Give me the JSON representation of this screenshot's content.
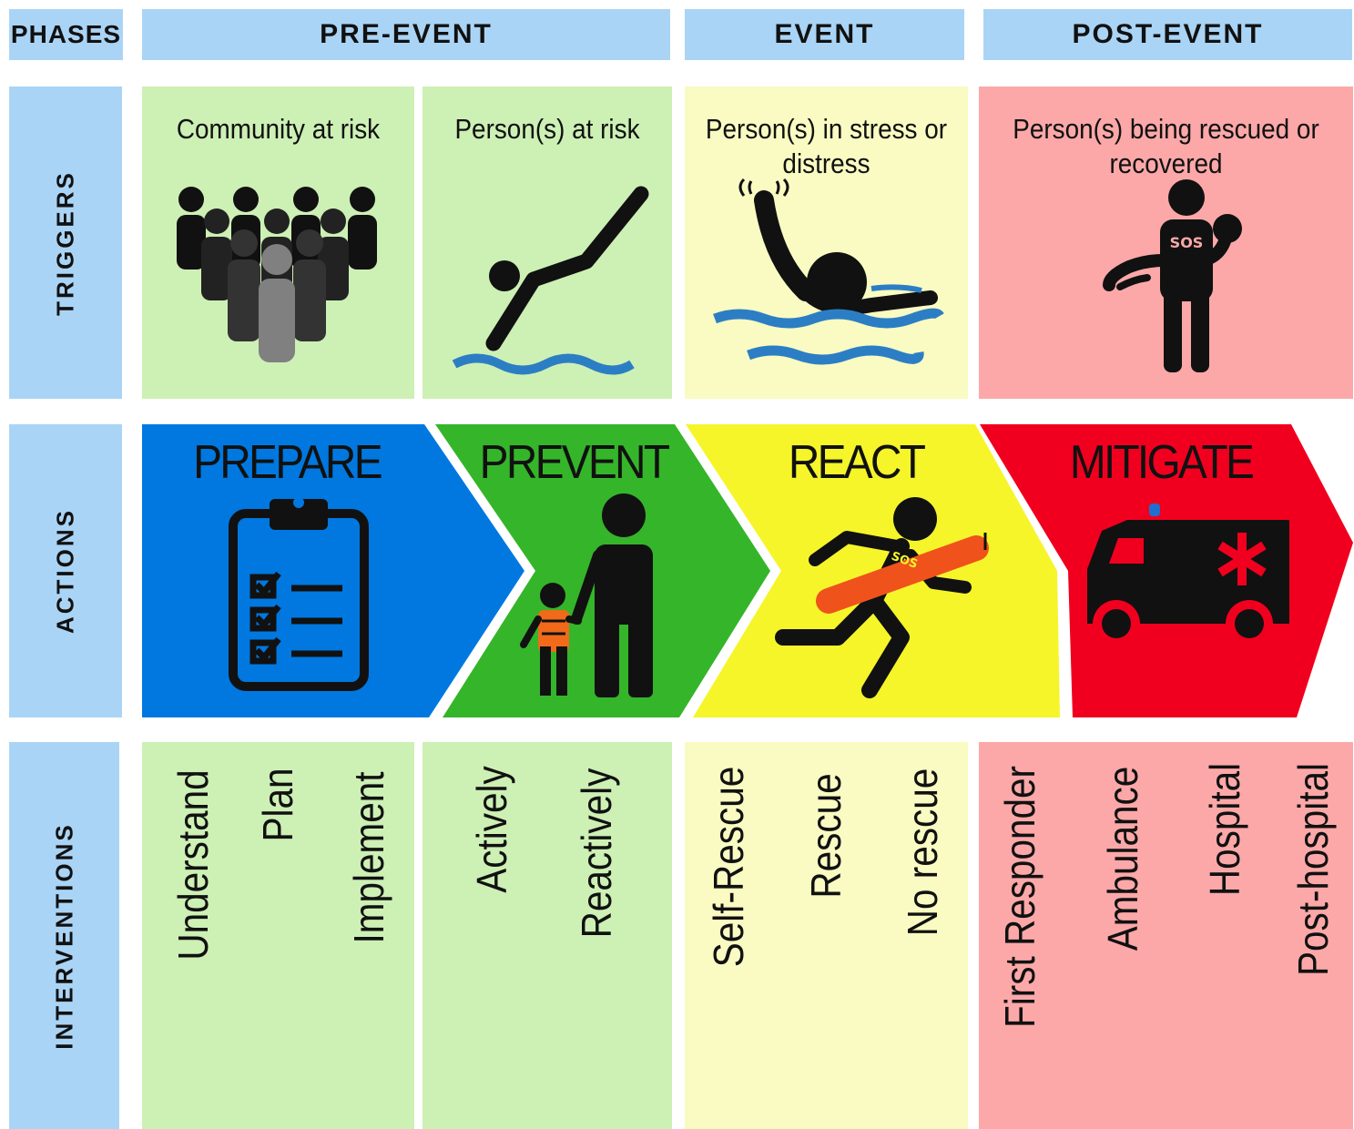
{
  "phases": {
    "label": "PHASES",
    "pre_event": "PRE-EVENT",
    "event": "EVENT",
    "post_event": "POST-EVENT"
  },
  "rows": {
    "triggers": "TRIGGERS",
    "actions": "ACTIONS",
    "interventions": "INTERVENTIONS"
  },
  "triggers": {
    "community": "Community at risk",
    "persons_at_risk": "Person(s) at risk",
    "stress_line1": "Person(s) in stress or",
    "stress_line2": "distress",
    "rescued_line1": "Person(s) being rescued or",
    "rescued_line2": "recovered"
  },
  "icon_text": {
    "sos": "SOS"
  },
  "actions": {
    "prepare": "PREPARE",
    "prevent": "PREVENT",
    "react": "REACT",
    "mitigate": "MITIGATE"
  },
  "interventions": {
    "understand": "Understand",
    "plan": "Plan",
    "implement": "Implement",
    "actively": "Actively",
    "reactively": "Reactively",
    "self_rescue": "Self-Rescue",
    "rescue": "Rescue",
    "no_rescue": "No rescue",
    "first_responder": "First Responder",
    "ambulance": "Ambulance",
    "hospital": "Hospital",
    "post_hospital": "Post-hospital"
  },
  "colors": {
    "header_blue": "#aad4f5",
    "pre_event_green": "#cdf0b5",
    "event_yellow": "#f9fbc2",
    "post_event_pink": "#fca8a8",
    "prepare_blue": "#0078e0",
    "prevent_green": "#35b52a",
    "react_yellow": "#f5f52a",
    "mitigate_red": "#f0001e"
  }
}
